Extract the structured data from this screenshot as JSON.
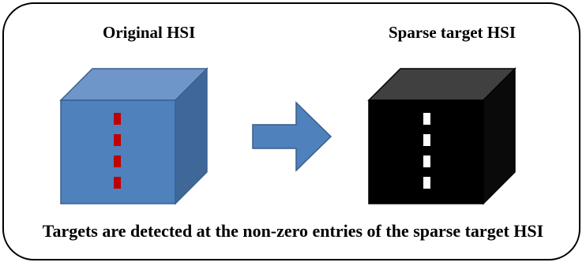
{
  "diagram": {
    "title_left": "Original HSI",
    "title_right": "Sparse target HSI",
    "caption": "Targets are detected at the non-zero entries of the sparse target HSI"
  },
  "colors": {
    "original_front": "#4f81bd",
    "original_top": "#6f96c8",
    "original_side": "#3f6797",
    "original_edge": "#3a6190",
    "original_target": "#c00000",
    "sparse_front": "#000000",
    "sparse_top": "#404040",
    "sparse_side": "#0a0a0a",
    "sparse_target": "#ffffff",
    "arrow_fill": "#4f81bd",
    "arrow_edge": "#385d8a"
  },
  "icons": {
    "original_cube": "cube-blue",
    "sparse_cube": "cube-black",
    "arrow": "right-arrow"
  }
}
